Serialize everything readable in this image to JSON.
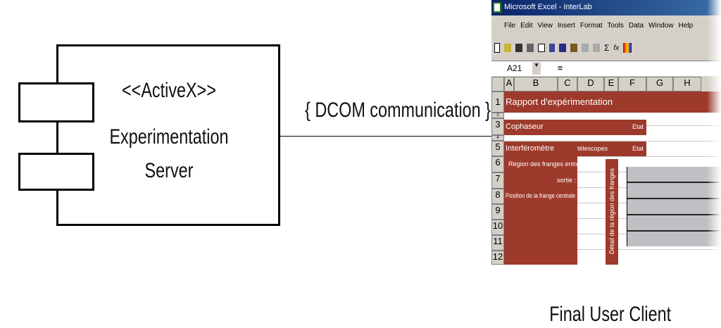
{
  "server": {
    "stereotype": "<<ActiveX>>",
    "name_line1": "Experimentation",
    "name_line2": "Server"
  },
  "connector": {
    "label": "{ DCOM communication }"
  },
  "client": {
    "label": "Final User Client"
  },
  "excel": {
    "title": "Microsoft Excel - InterLab",
    "menu": [
      "File",
      "Edit",
      "View",
      "Insert",
      "Format",
      "Tools",
      "Data",
      "Window",
      "Help"
    ],
    "name_box": "A21",
    "formula_eq": "=",
    "columns": [
      "A",
      "B",
      "C",
      "D",
      "E",
      "F",
      "G",
      "H"
    ],
    "rows": [
      "1",
      "2",
      "3",
      "4",
      "5",
      "6",
      "7",
      "8",
      "9",
      "10",
      "11",
      "12"
    ],
    "cells": {
      "r1": "Rapport d'expérimentation",
      "r3": "Cophaseur",
      "r3_state": "Etat",
      "r5": "Interféromètre",
      "r5_mid": "télescopes",
      "r5_state": "Etat",
      "r6": "Région des franges entrée :",
      "r7": "sortie :",
      "r8": "Position de la frange centrale :",
      "vertical": "Détail de la région des franges"
    },
    "colors": {
      "accent": "#9e3a2b",
      "titlebar": "#0a246a"
    }
  }
}
